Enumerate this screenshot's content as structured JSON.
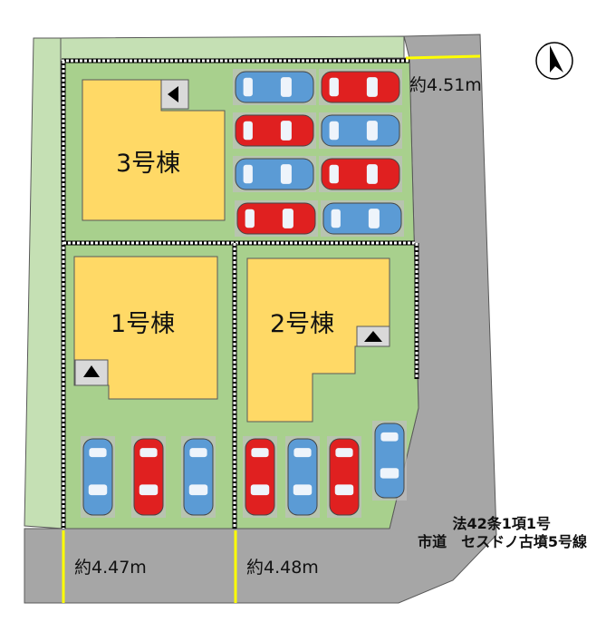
{
  "buildings": {
    "b3": "3号棟",
    "b1": "1号棟",
    "b2": "2号棟"
  },
  "dimensions": {
    "top_right": "約4.51m",
    "bottom_left": "約4.47m",
    "bottom_mid": "約4.48m"
  },
  "road": {
    "line1": "法42条1項1号",
    "line2": "市道　セスドノ古墳5号線"
  },
  "colors": {
    "lot": "#a8d08d",
    "strip": "#c5e0b4",
    "road": "#a6a6a6",
    "building": "#ffd966",
    "dim_line": "#ffff00",
    "car_red": "#e02020",
    "car_blue": "#5b9bd5"
  },
  "cars": {
    "top_grid": [
      "blue",
      "red",
      "red",
      "blue",
      "blue",
      "red",
      "red",
      "blue"
    ],
    "bottom_row": [
      "blue",
      "red",
      "blue",
      "red",
      "blue",
      "red",
      "blue"
    ]
  },
  "icons": {
    "compass": "north-arrow-icon",
    "entrance": "entrance-marker-icon"
  }
}
